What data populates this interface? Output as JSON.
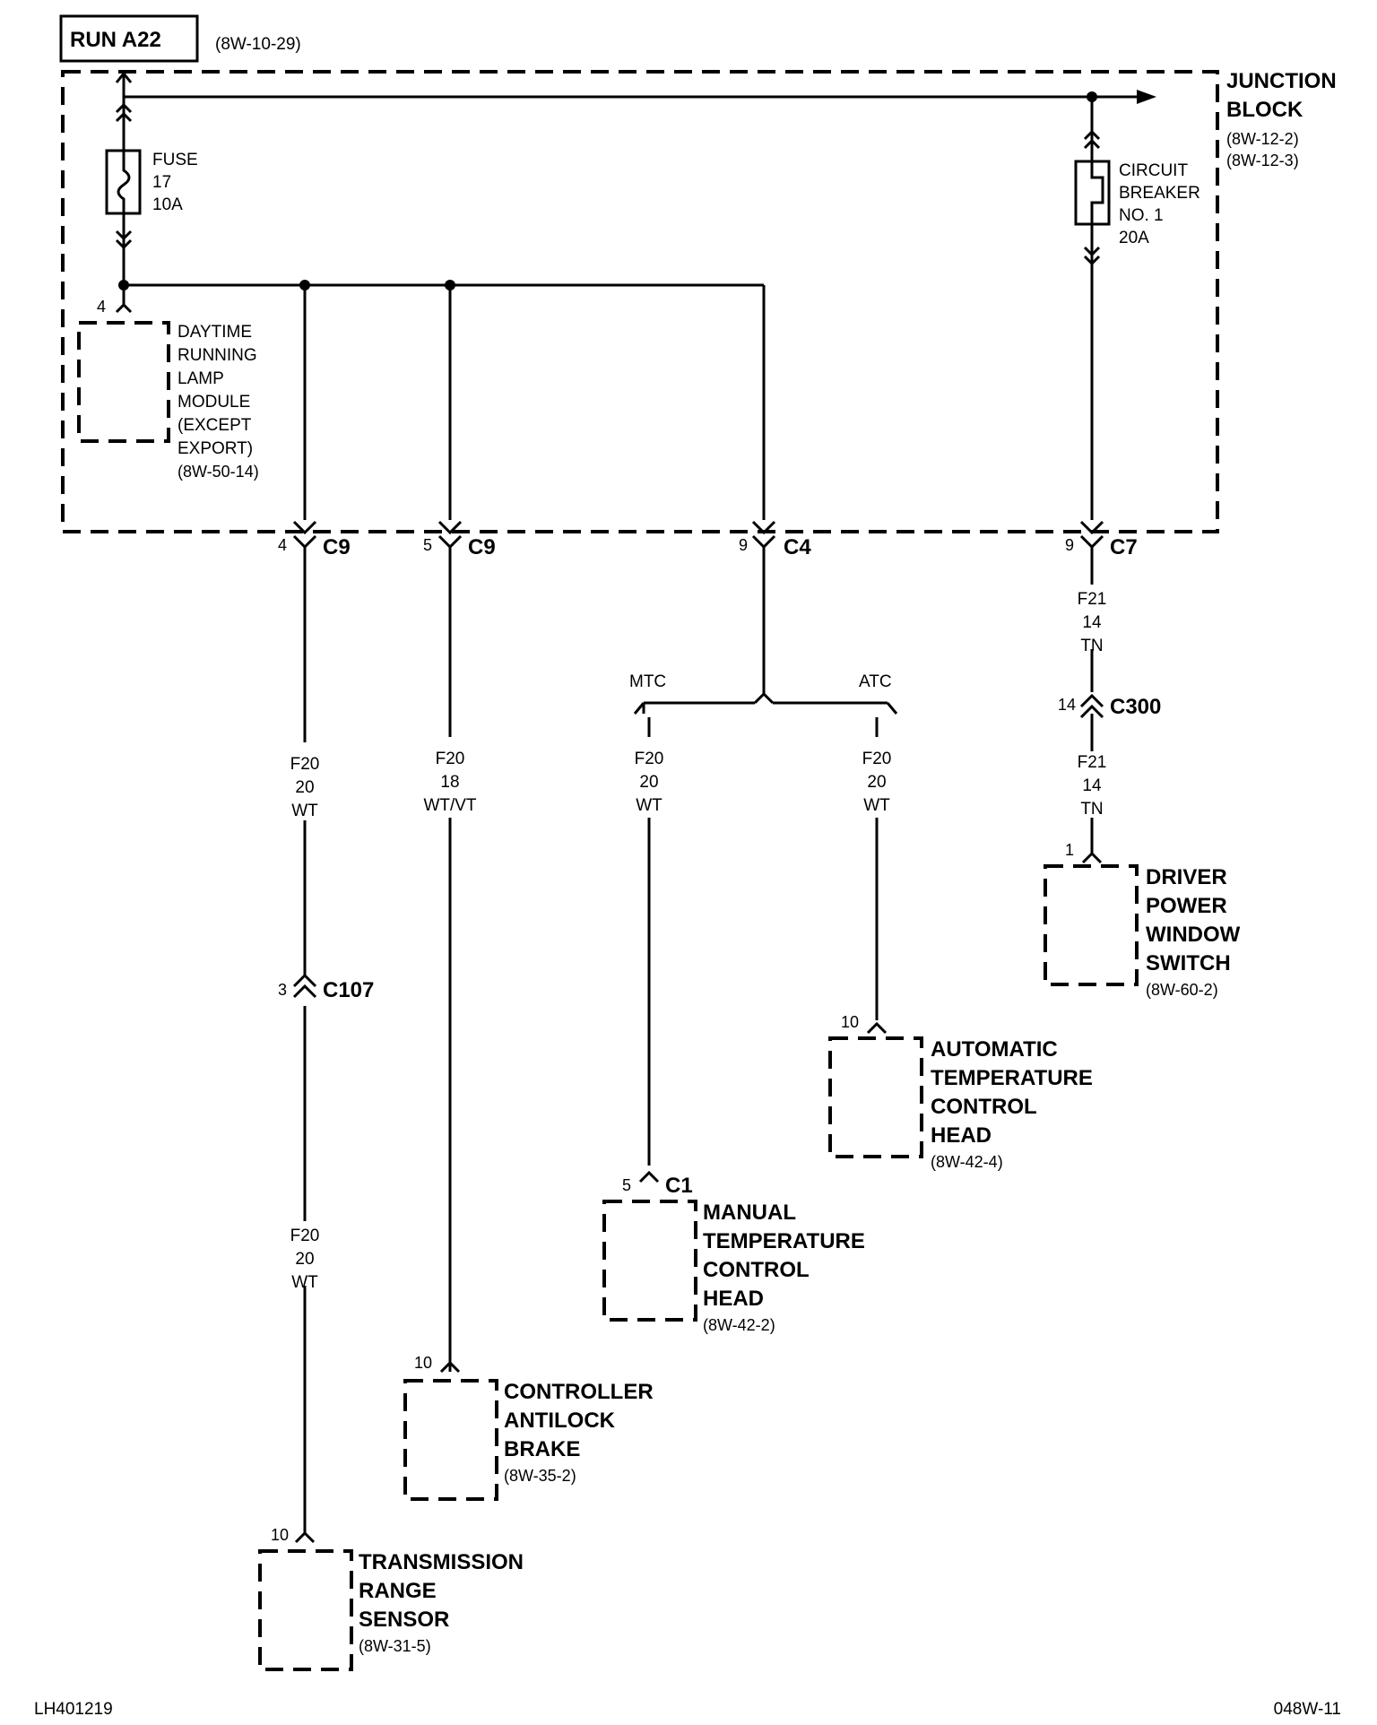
{
  "header": {
    "title": "RUN A22",
    "ref": "(8W-10-29)"
  },
  "junction_block": {
    "name_line1": "JUNCTION",
    "name_line2": "BLOCK",
    "ref1": "(8W-12-2)",
    "ref2": "(8W-12-3)"
  },
  "fuse": {
    "line1": "FUSE",
    "line2": "17",
    "line3": "10A"
  },
  "breaker": {
    "line1": "CIRCUIT",
    "line2": "BREAKER",
    "line3": "NO. 1",
    "line4": "20A"
  },
  "drl_module": {
    "pin": "4",
    "line1": "DAYTIME",
    "line2": "RUNNING",
    "line3": "LAMP",
    "line4": "MODULE",
    "line5": "(EXCEPT",
    "line6": "EXPORT)",
    "ref": "(8W-50-14)"
  },
  "connectors": {
    "c9a": {
      "pin": "4",
      "name": "C9"
    },
    "c9b": {
      "pin": "5",
      "name": "C9"
    },
    "c4": {
      "pin": "9",
      "name": "C4"
    },
    "c7": {
      "pin": "9",
      "name": "C7"
    },
    "c300": {
      "pin": "14",
      "name": "C300"
    },
    "c107": {
      "pin": "3",
      "name": "C107"
    },
    "c1": {
      "pin": "5",
      "name": "C1"
    }
  },
  "wires": {
    "w1_top": {
      "l1": "F20",
      "l2": "20",
      "l3": "WT"
    },
    "w1_bot": {
      "l1": "F20",
      "l2": "20",
      "l3": "WT"
    },
    "w2": {
      "l1": "F20",
      "l2": "18",
      "l3": "WT/VT"
    },
    "w3": {
      "l1": "F20",
      "l2": "20",
      "l3": "WT"
    },
    "w4": {
      "l1": "F20",
      "l2": "20",
      "l3": "WT"
    },
    "w5_top": {
      "l1": "F21",
      "l2": "14",
      "l3": "TN"
    },
    "w5_bot": {
      "l1": "F21",
      "l2": "14",
      "l3": "TN"
    }
  },
  "branch": {
    "left": "MTC",
    "right": "ATC"
  },
  "components": {
    "driver_window": {
      "pin": "1",
      "l1": "DRIVER",
      "l2": "POWER",
      "l3": "WINDOW",
      "l4": "SWITCH",
      "ref": "(8W-60-2)"
    },
    "atc_head": {
      "pin": "10",
      "l1": "AUTOMATIC",
      "l2": "TEMPERATURE",
      "l3": "CONTROL",
      "l4": "HEAD",
      "ref": "(8W-42-4)"
    },
    "mtc_head": {
      "l1": "MANUAL",
      "l2": "TEMPERATURE",
      "l3": "CONTROL",
      "l4": "HEAD",
      "ref": "(8W-42-2)"
    },
    "abs": {
      "pin": "10",
      "l1": "CONTROLLER",
      "l2": "ANTILOCK",
      "l3": "BRAKE",
      "ref": "(8W-35-2)"
    },
    "trs": {
      "pin": "10",
      "l1": "TRANSMISSION",
      "l2": "RANGE",
      "l3": "SENSOR",
      "ref": "(8W-31-5)"
    }
  },
  "footer": {
    "left": "LH401219",
    "right": "048W-11"
  }
}
